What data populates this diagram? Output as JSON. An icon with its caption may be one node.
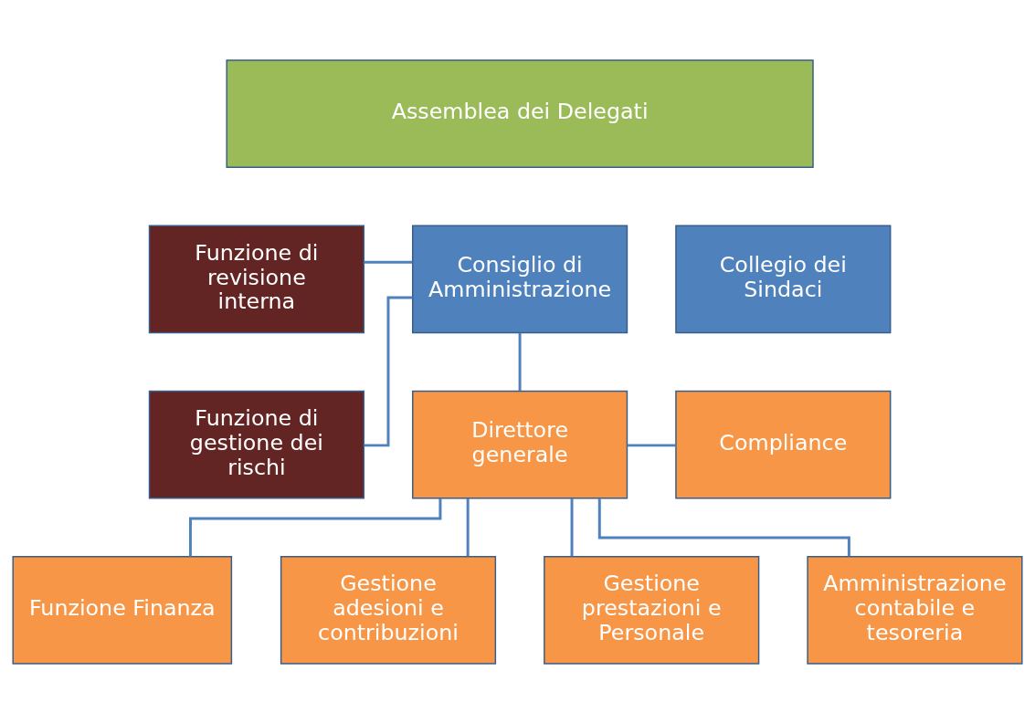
{
  "diagram": {
    "nodes": [
      {
        "text": [
          "Assemblea dei Delegati"
        ]
      },
      {
        "text": [
          "Funzione di revisione interna"
        ]
      },
      {
        "text": [
          "Consiglio di Amministrazione"
        ]
      },
      {
        "text": [
          "Collegio dei Sindaci"
        ]
      },
      {
        "text": [
          "Funzione di gestione dei rischi"
        ]
      },
      {
        "text": [
          "Direttore generale"
        ]
      },
      {
        "text": [
          "Compliance"
        ]
      },
      {
        "text": [
          "Funzione Finanza"
        ]
      },
      {
        "text": [
          "Gestione adesioni e contribuzioni"
        ]
      },
      {
        "text": [
          "Gestione prestazioni e Personale"
        ]
      },
      {
        "text": [
          "Amministrazione contabile e tesoreria"
        ]
      }
    ],
    "edges": [
      {
        "from": 1,
        "to": 2,
        "arrow": "none"
      },
      {
        "from": 4,
        "to": 2,
        "arrow": "none"
      },
      {
        "from": 2,
        "to": 5,
        "arrow": "none"
      },
      {
        "from": 5,
        "to": 6,
        "arrow": "none"
      },
      {
        "from": 5,
        "to": 7,
        "arrow": "none"
      },
      {
        "from": 5,
        "to": 8,
        "arrow": "none"
      },
      {
        "from": 5,
        "to": 9,
        "arrow": "none"
      },
      {
        "from": 5,
        "to": 10,
        "arrow": "none"
      }
    ]
  }
}
